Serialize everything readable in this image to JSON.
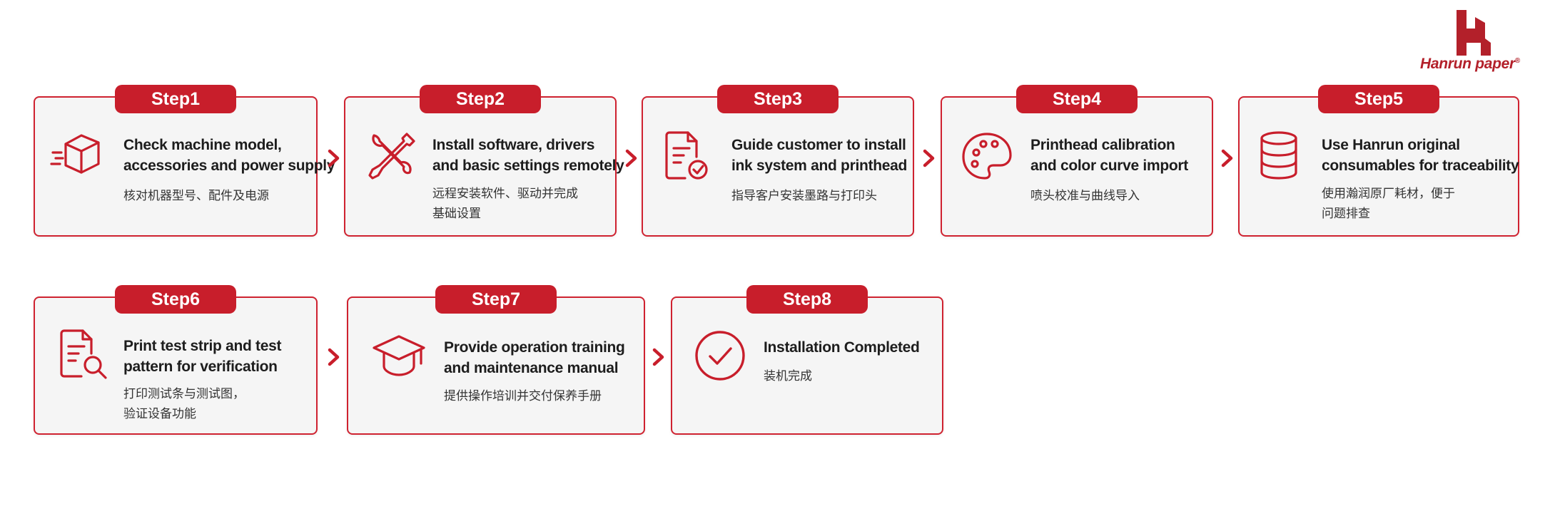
{
  "brand": {
    "name": "Hanrun paper",
    "mark": "®",
    "color": "#b3202a"
  },
  "accent_color": "#c81e2b",
  "steps": [
    {
      "label": "Step1",
      "title": "Check machine model,\naccessories and power supply",
      "subtitle": "核对机器型号、配件及电源",
      "icon": "package-box-icon"
    },
    {
      "label": "Step2",
      "title": "Install software, drivers\nand basic settings remotely",
      "subtitle": "远程安装软件、驱动并完成\n基础设置",
      "icon": "wrench-screwdriver-icon"
    },
    {
      "label": "Step3",
      "title": "Guide customer to install\nink system and printhead",
      "subtitle": "指导客户安装墨路与打印头",
      "icon": "document-check-icon"
    },
    {
      "label": "Step4",
      "title": "Printhead calibration\nand color curve import",
      "subtitle": "喷头校准与曲线导入",
      "icon": "color-palette-icon"
    },
    {
      "label": "Step5",
      "title": "Use Hanrun original\nconsumables for traceability",
      "subtitle": "使用瀚润原厂耗材，便于\n问题排查",
      "icon": "database-icon"
    },
    {
      "label": "Step6",
      "title": "Print test strip and test\npattern for verification",
      "subtitle": "打印测试条与测试图，\n验证设备功能",
      "icon": "document-search-icon"
    },
    {
      "label": "Step7",
      "title": "Provide operation training\nand maintenance manual",
      "subtitle": "提供操作培训并交付保养手册",
      "icon": "graduation-cap-icon"
    },
    {
      "label": "Step8",
      "title": "Installation Completed",
      "subtitle": "装机完成",
      "icon": "check-circle-icon"
    }
  ]
}
